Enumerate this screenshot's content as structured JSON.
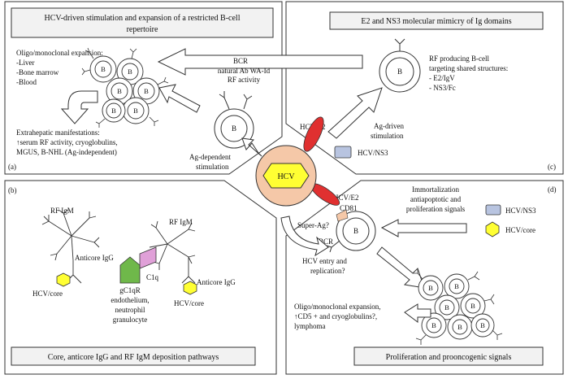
{
  "colors": {
    "panel_fill": "#ffffff",
    "title_fill": "#f2f2f2",
    "hub_fill": "#f5c8a8",
    "core_fill": "#ffff33",
    "e2_fill": "#e03030",
    "ns3_fill": "#b8c4e0",
    "gc1qr_fill": "#6fb84a",
    "c1q_fill": "#e0a0d8"
  },
  "hub": {
    "label": "HCV"
  },
  "panel_a": {
    "letter": "(a)",
    "title": [
      "HCV-driven stimulation and expansion of a restricted B-cell",
      "repertoire"
    ],
    "expansion": [
      "Oligo/monoclonal expansion:",
      "-Liver",
      "-Bone marrow",
      "-Blood"
    ],
    "bcr": [
      "BCR",
      "natural Ab WA-Id",
      "RF activity"
    ],
    "b_label": "B",
    "extrahepatic": [
      "Extrahepatic manifestations:",
      "↑serum RF activity, cryoglobulins,",
      "MGUS, B-NHL (Ag-independent)"
    ],
    "ag_dependent": [
      "Ag-dependent",
      "stimulation"
    ]
  },
  "panel_b": {
    "letter": "(b)",
    "rf_igm_1": "RF IgM",
    "rf_igm_2": "RF IgM",
    "anticore_1": "Anticore IgG",
    "anticore_2": "Anticore IgG",
    "hcv_core_1": "HCV/core",
    "hcv_core_2": "HCV/core",
    "c1q": "C1q",
    "gc1qr": [
      "gC1qR",
      "endothelium,",
      "neutrophil",
      "granulocyte"
    ],
    "footer": "Core, anticore IgG and RF IgM deposition pathways"
  },
  "panel_c": {
    "letter": "(c)",
    "title": "E2 and NS3 molecular mimicry of Ig domains",
    "rf_text": [
      "RF producing B-cell",
      "targeting shared structures:",
      "- E2/IgV",
      "- NS3/Fc"
    ],
    "ag_driven": [
      "Ag-driven",
      "stimulation"
    ],
    "hcv_e2": "HCV/E2",
    "hcv_ns3": "HCV/NS3",
    "b_label": "B"
  },
  "panel_d": {
    "letter": "(d)",
    "hcv_e2": "HCV/E2",
    "cd81": "CD81",
    "super_ag": "Super-Ag?",
    "bcr": "BCR",
    "immortalization": [
      "Immortalization",
      "antiapoptotic and",
      "proliferation signals"
    ],
    "legend_ns3": "HCV/NS3",
    "legend_core": "HCV/core",
    "entry": [
      "HCV entry and",
      "replication?"
    ],
    "oligo": [
      "Oligo/monoclonal expansion,",
      "↑CD5 + and cryoglobulins?,",
      "lymphoma"
    ],
    "footer": "Proliferation and prooncogenic signals",
    "b_label": "B"
  }
}
